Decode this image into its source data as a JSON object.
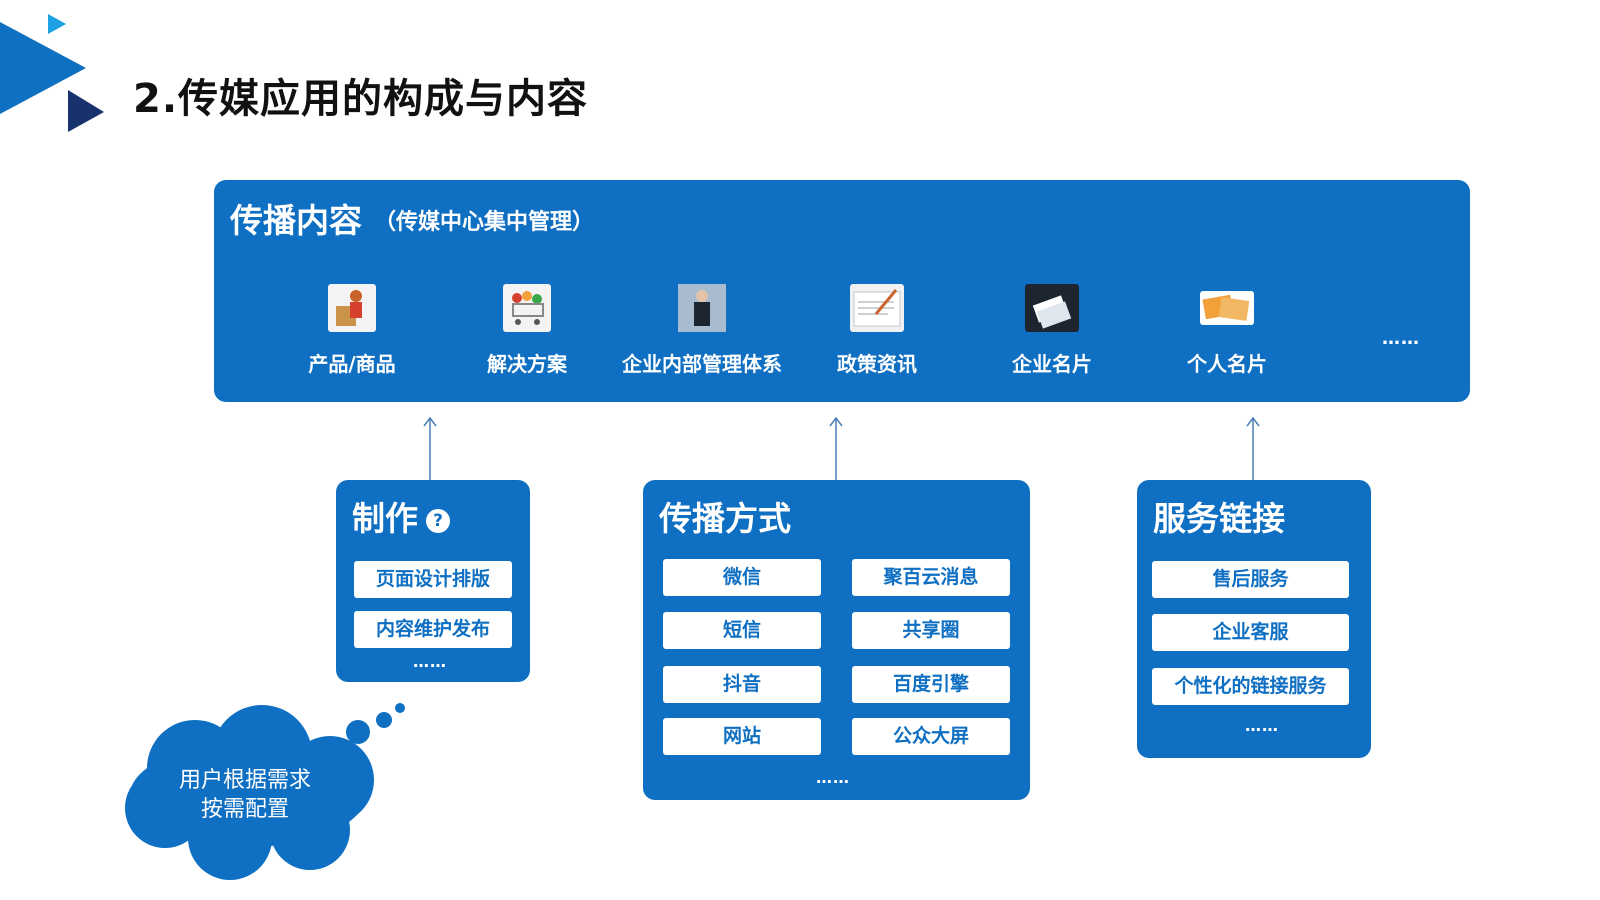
{
  "title": "2.传媒应用的构成与内容",
  "content_panel": {
    "title": "传播内容",
    "subtitle": "（传媒中心集中管理）",
    "items": [
      {
        "label": "产品/商品",
        "icon": "delivery-person-icon",
        "color": "#c9622b"
      },
      {
        "label": "解决方案",
        "icon": "shopping-cart-icon",
        "color": "#d6402f"
      },
      {
        "label": "企业内部管理体系",
        "icon": "businessman-icon",
        "color": "#3a5f86"
      },
      {
        "label": "政策资讯",
        "icon": "document-pen-icon",
        "color": "#d9dde2"
      },
      {
        "label": "企业名片",
        "icon": "business-card-icon",
        "color": "#1c2530"
      },
      {
        "label": "个人名片",
        "icon": "name-card-icon",
        "color": "#f1a03a"
      }
    ],
    "more": "……"
  },
  "make_box": {
    "title": "制作",
    "help_icon": "?",
    "items": [
      "页面设计排版",
      "内容维护发布"
    ],
    "more": "……"
  },
  "channel_box": {
    "title": "传播方式",
    "items": [
      "微信",
      "聚百云消息",
      "短信",
      "共享圈",
      "抖音",
      "百度引擎",
      "网站",
      "公众大屏"
    ],
    "more": "……"
  },
  "service_box": {
    "title": "服务链接",
    "items": [
      "售后服务",
      "企业客服",
      "个性化的链接服务"
    ],
    "more": "……"
  },
  "cloud_note": {
    "lines": [
      "用户根据需求",
      "按需配置"
    ]
  },
  "colors": {
    "panel_blue": "#0f6fc2",
    "deco_light": "#1ea1e3",
    "deco_mid": "#0e70c0",
    "deco_dark": "#18326e"
  }
}
